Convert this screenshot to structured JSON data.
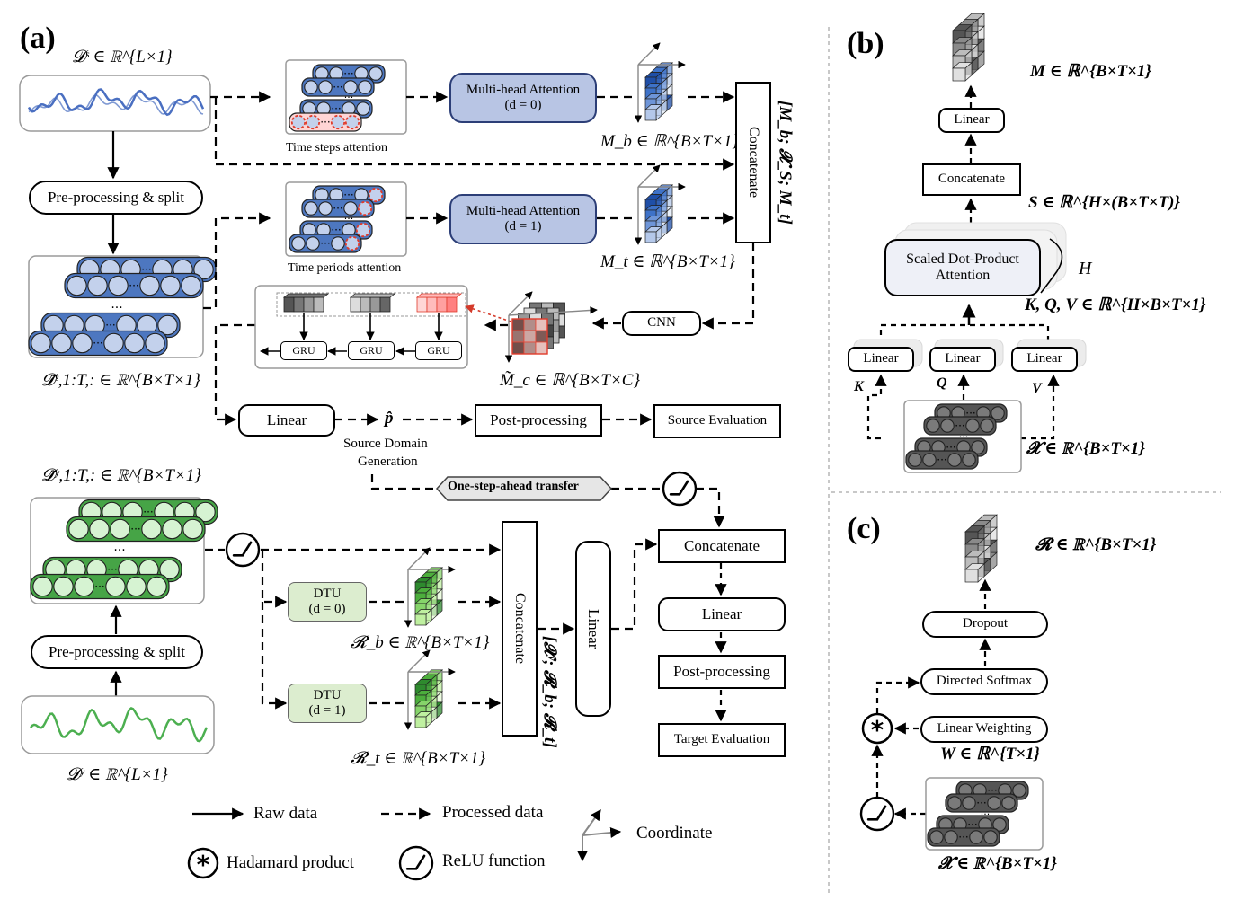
{
  "colors": {
    "source_wave": "#4a6fc1",
    "target_wave": "#4caf50",
    "attention_fill": "#b8c5e4",
    "dtu_fill": "#dcedcf",
    "blue_cell": "#c3d1ec",
    "blue_row": "#4d77c0",
    "green_cell": "#d6f3d2",
    "green_row": "#46a446",
    "gray_cell": "#7a7a7a"
  },
  "panels": {
    "a": "(a)",
    "b": "(b)",
    "c": "(c)"
  },
  "a": {
    "ds_label": "𝓓ˢ ∈ ℝ^{L×1}",
    "preproc_label": "Pre-processing & split",
    "dtilde_s_label": "𝓓̃ˢ,1:T,: ∈ ℝ^{B×T×1}",
    "time_steps_caption": "Time steps attention",
    "time_periods_caption": "Time periods attention",
    "mha0_line1": "Multi-head Attention",
    "mha0_line2": "(d = 0)",
    "mha1_line1": "Multi-head Attention",
    "mha1_line2": "(d = 1)",
    "mb_label": "M_b ∈ ℝ^{B×T×1}",
    "mt_label": "M_t ∈ ℝ^{B×T×1}",
    "concat_label": "Concatenate",
    "concat_side_label": "[M_b; 𝓧_S; M_t]",
    "cnn_label": "CNN",
    "gru_labels": [
      "GRU",
      "GRU",
      "GRU"
    ],
    "mc_label": "M̃_c ∈ ℝ^{B×T×C}",
    "linear_label": "Linear",
    "phat_label": "p̂",
    "source_gen_line1": "Source Domain",
    "source_gen_line2": "Generation",
    "postproc_label": "Post-processing",
    "source_eval_label": "Source Evaluation",
    "transfer_label": "One-step-ahead transfer",
    "dtilde_y_label": "𝓓̃ʸ,1:T,: ∈ ℝ^{B×T×1}",
    "preproc2_label": "Pre-processing & split",
    "dy_label": "𝓓ʸ ∈ ℝ^{L×1}",
    "dtu0_line1": "DTU",
    "dtu0_line2": "(d = 0)",
    "dtu1_line1": "DTU",
    "dtu1_line2": "(d = 1)",
    "rb_label": "𝓡_b ∈ ℝ^{B×T×1}",
    "rt_label": "𝓡_t ∈ ℝ^{B×T×1}",
    "concat2_label": "Concatenate",
    "concat2_side_label": "[𝓧ʸ; 𝓡_b; 𝓡_t]",
    "linear2_label": "Linear",
    "concat3_label": "Concatenate",
    "linear3_label": "Linear",
    "postproc2_label": "Post-processing",
    "target_eval_label": "Target Evaluation"
  },
  "legend": {
    "raw": "Raw data",
    "processed": "Processed data",
    "coordinate": "Coordinate",
    "hadamard": "Hadamard product",
    "relu": "ReLU function"
  },
  "b": {
    "m_label": "M ∈ ℝ^{B×T×1}",
    "linear_label": "Linear",
    "concat_label": "Concatenate",
    "s_label": "S ∈ ℝ^{H×(B×T×T)}",
    "sdpa_line1": "Scaled Dot-Product",
    "sdpa_line2": "Attention",
    "h_label": "H",
    "kqv_label": "K, Q, V ∈ ℝ^{H×B×T×1}",
    "linear_k": "Linear",
    "linear_q": "Linear",
    "linear_v": "Linear",
    "k": "K",
    "q": "Q",
    "v": "V",
    "x_label": "𝓧 ∈ ℝ^{B×T×1}"
  },
  "c": {
    "r_label": "𝓡 ∈ ℝ^{B×T×1}",
    "dropout_label": "Dropout",
    "directed_softmax_label": "Directed Softmax",
    "linear_weighting_label": "Linear Weighting",
    "w_label": "W ∈ ℝ^{T×1}",
    "x_label": "𝓧 ∈ ℝ^{B×T×1}"
  }
}
